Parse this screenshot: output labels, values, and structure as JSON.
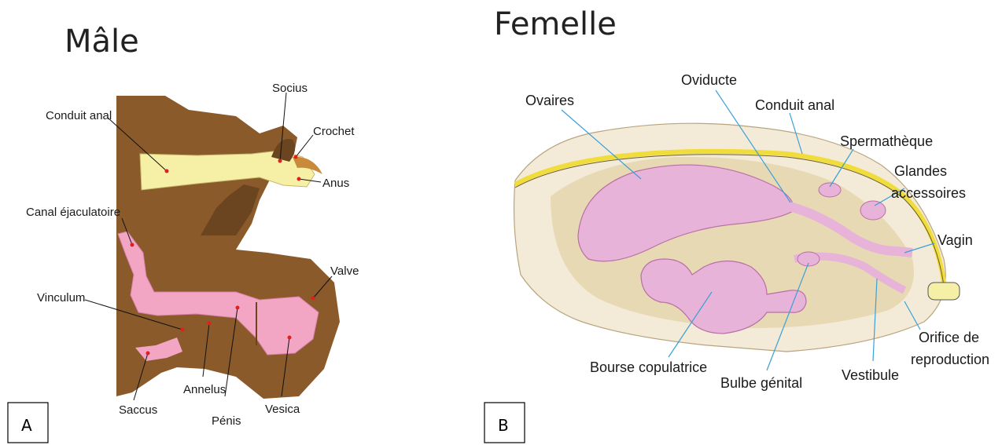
{
  "male": {
    "title": "Mâle",
    "panel_label": "A",
    "labels": {
      "conduit_anal": "Conduit anal",
      "socius": "Socius",
      "crochet": "Crochet",
      "anus": "Anus",
      "canal_ejaculatoire": "Canal éjaculatoire",
      "valve": "Valve",
      "vinculum": "Vinculum",
      "saccus": "Saccus",
      "annelus": "Annelus",
      "penis": "Pénis",
      "vesica": "Vesica"
    }
  },
  "female": {
    "title": "Femelle",
    "panel_label": "B",
    "labels": {
      "ovaires": "Ovaires",
      "oviducte": "Oviducte",
      "conduit_anal": "Conduit anal",
      "spermatheque": "Spermathèque",
      "glandes_1": "Glandes",
      "glandes_2": "accessoires",
      "vagin": "Vagin",
      "orifice_1": "Orifice de",
      "orifice_2": "reproduction",
      "bourse": "Bourse copulatrice",
      "bulbe": "Bulbe génital",
      "vestibule": "Vestibule"
    }
  },
  "colors": {
    "brown": "#8a5a2b",
    "brown_dark": "#6b4420",
    "pink": "#f2a6c4",
    "yellow": "#f6efa6",
    "beige": "#e8d9b5",
    "lilac": "#e7b3d9",
    "leader_blue": "#3aa0d8",
    "dot_red": "#e0201c"
  }
}
